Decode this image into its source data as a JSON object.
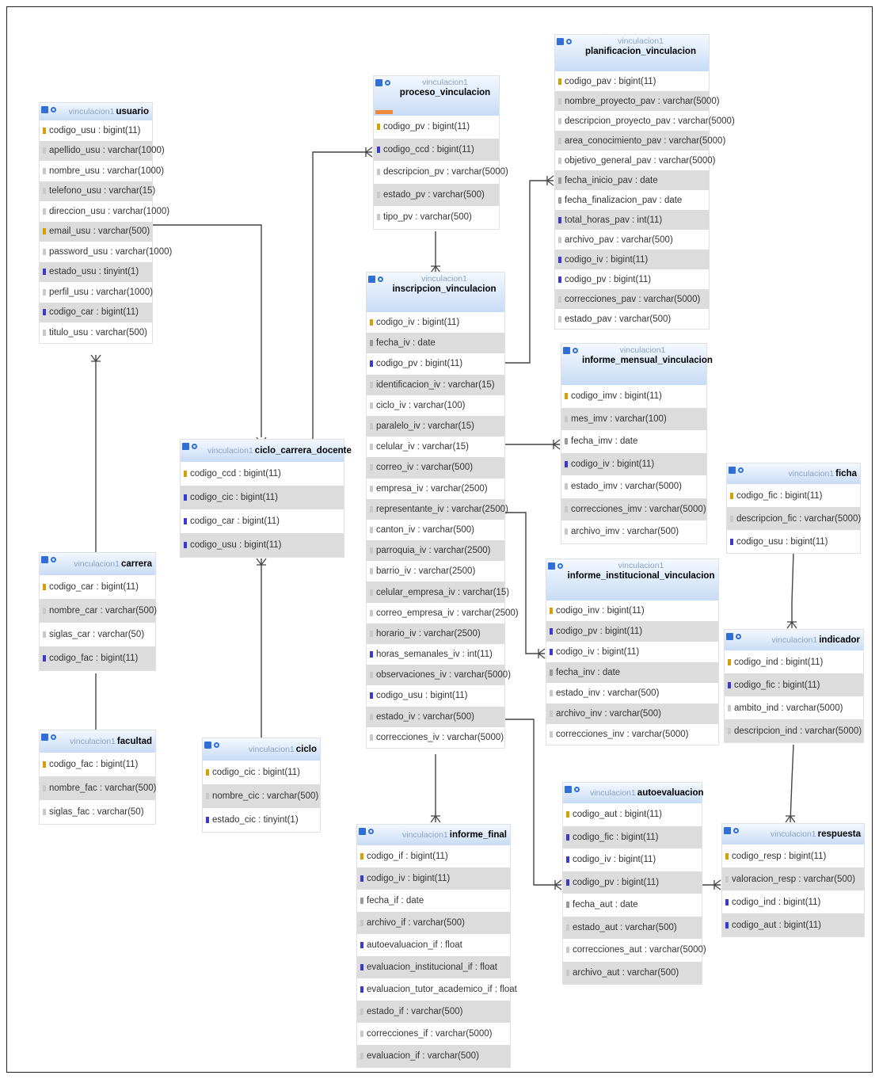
{
  "colors": {
    "key": "#d6a000",
    "foreign": "#3a3ad0",
    "column": "#c8c8c8",
    "date": "#9a9a9a",
    "header_bg": "#c7dcf5",
    "database_label": "#8aa4c2"
  },
  "icons": {
    "table_toggle": "blue-square-icon",
    "table_options": "blue-circle-icon",
    "key_column": "key-icon",
    "foreign_column": "foreign-key-icon",
    "column": "column-icon",
    "date_column": "calendar-icon"
  },
  "tables": [
    {
      "name": "usuario",
      "database": "vinculacion1",
      "columns": [
        {
          "text": "codigo_usu : bigint(11)",
          "icon": "key"
        },
        {
          "text": "apellido_usu : varchar(1000)",
          "icon": "column"
        },
        {
          "text": "nombre_usu : varchar(1000)",
          "icon": "column"
        },
        {
          "text": "telefono_usu : varchar(15)",
          "icon": "column"
        },
        {
          "text": "direccion_usu : varchar(1000)",
          "icon": "column"
        },
        {
          "text": "email_usu : varchar(500)",
          "icon": "key"
        },
        {
          "text": "password_usu : varchar(1000)",
          "icon": "column"
        },
        {
          "text": "estado_usu : tinyint(1)",
          "icon": "foreign"
        },
        {
          "text": "perfil_usu : varchar(1000)",
          "icon": "column"
        },
        {
          "text": "codigo_car : bigint(11)",
          "icon": "foreign"
        },
        {
          "text": "titulo_usu : varchar(500)",
          "icon": "column"
        }
      ]
    },
    {
      "name": "proceso_vinculacion",
      "database": "vinculacion1",
      "columns": [
        {
          "text": "codigo_pv : bigint(11)",
          "icon": "key"
        },
        {
          "text": "codigo_ccd : bigint(11)",
          "icon": "foreign"
        },
        {
          "text": "descripcion_pv : varchar(5000)",
          "icon": "column"
        },
        {
          "text": "estado_pv : varchar(500)",
          "icon": "column"
        },
        {
          "text": "tipo_pv : varchar(500)",
          "icon": "column"
        }
      ]
    },
    {
      "name": "planificacion_vinculacion",
      "database": "vinculacion1",
      "columns": [
        {
          "text": "codigo_pav : bigint(11)",
          "icon": "key"
        },
        {
          "text": "nombre_proyecto_pav : varchar(5000)",
          "icon": "column"
        },
        {
          "text": "descripcion_proyecto_pav : varchar(5000)",
          "icon": "column"
        },
        {
          "text": "area_conocimiento_pav : varchar(5000)",
          "icon": "column"
        },
        {
          "text": "objetivo_general_pav : varchar(5000)",
          "icon": "column"
        },
        {
          "text": "fecha_inicio_pav : date",
          "icon": "date"
        },
        {
          "text": "fecha_finalizacion_pav : date",
          "icon": "date"
        },
        {
          "text": "total_horas_pav : int(11)",
          "icon": "foreign"
        },
        {
          "text": "archivo_pav : varchar(500)",
          "icon": "column"
        },
        {
          "text": "codigo_iv : bigint(11)",
          "icon": "foreign"
        },
        {
          "text": "codigo_pv : bigint(11)",
          "icon": "foreign"
        },
        {
          "text": "correcciones_pav : varchar(5000)",
          "icon": "column"
        },
        {
          "text": "estado_pav : varchar(500)",
          "icon": "column"
        }
      ]
    },
    {
      "name": "inscripcion_vinculacion",
      "database": "vinculacion1",
      "columns": [
        {
          "text": "codigo_iv : bigint(11)",
          "icon": "key"
        },
        {
          "text": "fecha_iv : date",
          "icon": "date"
        },
        {
          "text": "codigo_pv : bigint(11)",
          "icon": "foreign"
        },
        {
          "text": "identificacion_iv : varchar(15)",
          "icon": "column"
        },
        {
          "text": "ciclo_iv : varchar(100)",
          "icon": "column"
        },
        {
          "text": "paralelo_iv : varchar(15)",
          "icon": "column"
        },
        {
          "text": "celular_iv : varchar(15)",
          "icon": "column"
        },
        {
          "text": "correo_iv : varchar(500)",
          "icon": "column"
        },
        {
          "text": "empresa_iv : varchar(2500)",
          "icon": "column"
        },
        {
          "text": "representante_iv : varchar(2500)",
          "icon": "column"
        },
        {
          "text": "canton_iv : varchar(500)",
          "icon": "column"
        },
        {
          "text": "parroquia_iv : varchar(2500)",
          "icon": "column"
        },
        {
          "text": "barrio_iv : varchar(2500)",
          "icon": "column"
        },
        {
          "text": "celular_empresa_iv : varchar(15)",
          "icon": "column"
        },
        {
          "text": "correo_empresa_iv : varchar(2500)",
          "icon": "column"
        },
        {
          "text": "horario_iv : varchar(2500)",
          "icon": "column"
        },
        {
          "text": "horas_semanales_iv : int(11)",
          "icon": "foreign"
        },
        {
          "text": "observaciones_iv : varchar(5000)",
          "icon": "column"
        },
        {
          "text": "codigo_usu : bigint(11)",
          "icon": "foreign"
        },
        {
          "text": "estado_iv : varchar(500)",
          "icon": "column"
        },
        {
          "text": "correcciones_iv : varchar(5000)",
          "icon": "column"
        }
      ]
    },
    {
      "name": "informe_mensual_vinculacion",
      "database": "vinculacion1",
      "columns": [
        {
          "text": "codigo_imv : bigint(11)",
          "icon": "key"
        },
        {
          "text": "mes_imv : varchar(100)",
          "icon": "column"
        },
        {
          "text": "fecha_imv : date",
          "icon": "date"
        },
        {
          "text": "codigo_iv : bigint(11)",
          "icon": "foreign"
        },
        {
          "text": "estado_imv : varchar(5000)",
          "icon": "column"
        },
        {
          "text": "correcciones_imv : varchar(5000)",
          "icon": "column"
        },
        {
          "text": "archivo_imv : varchar(500)",
          "icon": "column"
        }
      ]
    },
    {
      "name": "ciclo_carrera_docente",
      "database": "vinculacion1",
      "columns": [
        {
          "text": "codigo_ccd : bigint(11)",
          "icon": "key"
        },
        {
          "text": "codigo_cic : bigint(11)",
          "icon": "foreign"
        },
        {
          "text": "codigo_car : bigint(11)",
          "icon": "foreign"
        },
        {
          "text": "codigo_usu : bigint(11)",
          "icon": "foreign"
        }
      ]
    },
    {
      "name": "ficha",
      "database": "vinculacion1",
      "columns": [
        {
          "text": "codigo_fic : bigint(11)",
          "icon": "key"
        },
        {
          "text": "descripcion_fic : varchar(5000)",
          "icon": "column"
        },
        {
          "text": "codigo_usu : bigint(11)",
          "icon": "foreign"
        }
      ]
    },
    {
      "name": "carrera",
      "database": "vinculacion1",
      "columns": [
        {
          "text": "codigo_car : bigint(11)",
          "icon": "key"
        },
        {
          "text": "nombre_car : varchar(500)",
          "icon": "column"
        },
        {
          "text": "siglas_car : varchar(50)",
          "icon": "column"
        },
        {
          "text": "codigo_fac : bigint(11)",
          "icon": "foreign"
        }
      ]
    },
    {
      "name": "informe_institucional_vinculacion",
      "database": "vinculacion1",
      "columns": [
        {
          "text": "codigo_inv : bigint(11)",
          "icon": "key"
        },
        {
          "text": "codigo_pv : bigint(11)",
          "icon": "foreign"
        },
        {
          "text": "codigo_iv : bigint(11)",
          "icon": "foreign"
        },
        {
          "text": "fecha_inv : date",
          "icon": "date"
        },
        {
          "text": "estado_inv : varchar(500)",
          "icon": "column"
        },
        {
          "text": "archivo_inv : varchar(500)",
          "icon": "column"
        },
        {
          "text": "correcciones_inv : varchar(5000)",
          "icon": "column"
        }
      ]
    },
    {
      "name": "indicador",
      "database": "vinculacion1",
      "columns": [
        {
          "text": "codigo_ind : bigint(11)",
          "icon": "key"
        },
        {
          "text": "codigo_fic : bigint(11)",
          "icon": "foreign"
        },
        {
          "text": "ambito_ind : varchar(5000)",
          "icon": "column"
        },
        {
          "text": "descripcion_ind : varchar(5000)",
          "icon": "column"
        }
      ]
    },
    {
      "name": "facultad",
      "database": "vinculacion1",
      "columns": [
        {
          "text": "codigo_fac : bigint(11)",
          "icon": "key"
        },
        {
          "text": "nombre_fac : varchar(500)",
          "icon": "column"
        },
        {
          "text": "siglas_fac : varchar(50)",
          "icon": "column"
        }
      ]
    },
    {
      "name": "ciclo",
      "database": "vinculacion1",
      "columns": [
        {
          "text": "codigo_cic : bigint(11)",
          "icon": "key"
        },
        {
          "text": "nombre_cic : varchar(500)",
          "icon": "column"
        },
        {
          "text": "estado_cic : tinyint(1)",
          "icon": "foreign"
        }
      ]
    },
    {
      "name": "autoevaluacion",
      "database": "vinculacion1",
      "columns": [
        {
          "text": "codigo_aut : bigint(11)",
          "icon": "key"
        },
        {
          "text": "codigo_fic : bigint(11)",
          "icon": "foreign"
        },
        {
          "text": "codigo_iv : bigint(11)",
          "icon": "foreign"
        },
        {
          "text": "codigo_pv : bigint(11)",
          "icon": "foreign"
        },
        {
          "text": "fecha_aut : date",
          "icon": "date"
        },
        {
          "text": "estado_aut : varchar(500)",
          "icon": "column"
        },
        {
          "text": "correcciones_aut : varchar(5000)",
          "icon": "column"
        },
        {
          "text": "archivo_aut : varchar(500)",
          "icon": "column"
        }
      ]
    },
    {
      "name": "respuesta",
      "database": "vinculacion1",
      "columns": [
        {
          "text": "codigo_resp : bigint(11)",
          "icon": "key"
        },
        {
          "text": "valoracion_resp : varchar(500)",
          "icon": "column"
        },
        {
          "text": "codigo_ind : bigint(11)",
          "icon": "foreign"
        },
        {
          "text": "codigo_aut : bigint(11)",
          "icon": "foreign"
        }
      ]
    },
    {
      "name": "informe_final",
      "database": "vinculacion1",
      "columns": [
        {
          "text": "codigo_if : bigint(11)",
          "icon": "key"
        },
        {
          "text": "codigo_iv : bigint(11)",
          "icon": "foreign"
        },
        {
          "text": "fecha_if : date",
          "icon": "date"
        },
        {
          "text": "archivo_if : varchar(500)",
          "icon": "column"
        },
        {
          "text": "autoevaluacion_if : float",
          "icon": "foreign"
        },
        {
          "text": "evaluacion_institucional_if : float",
          "icon": "foreign"
        },
        {
          "text": "evaluacion_tutor_academico_if : float",
          "icon": "foreign"
        },
        {
          "text": "estado_if : varchar(500)",
          "icon": "column"
        },
        {
          "text": "correcciones_if : varchar(5000)",
          "icon": "column"
        },
        {
          "text": "evaluacion_if : varchar(500)",
          "icon": "column"
        }
      ]
    }
  ],
  "relations": [
    {
      "from": "usuario",
      "to": "ciclo_carrera_docente"
    },
    {
      "from": "carrera",
      "to": "usuario"
    },
    {
      "from": "facultad",
      "to": "carrera"
    },
    {
      "from": "ciclo",
      "to": "ciclo_carrera_docente"
    },
    {
      "from": "ciclo_carrera_docente",
      "to": "proceso_vinculacion"
    },
    {
      "from": "proceso_vinculacion",
      "to": "inscripcion_vinculacion"
    },
    {
      "from": "inscripcion_vinculacion",
      "to": "planificacion_vinculacion"
    },
    {
      "from": "inscripcion_vinculacion",
      "to": "informe_mensual_vinculacion"
    },
    {
      "from": "inscripcion_vinculacion",
      "to": "informe_institucional_vinculacion"
    },
    {
      "from": "inscripcion_vinculacion",
      "to": "autoevaluacion"
    },
    {
      "from": "inscripcion_vinculacion",
      "to": "informe_final"
    },
    {
      "from": "ficha",
      "to": "indicador"
    },
    {
      "from": "indicador",
      "to": "respuesta"
    },
    {
      "from": "autoevaluacion",
      "to": "respuesta"
    }
  ]
}
